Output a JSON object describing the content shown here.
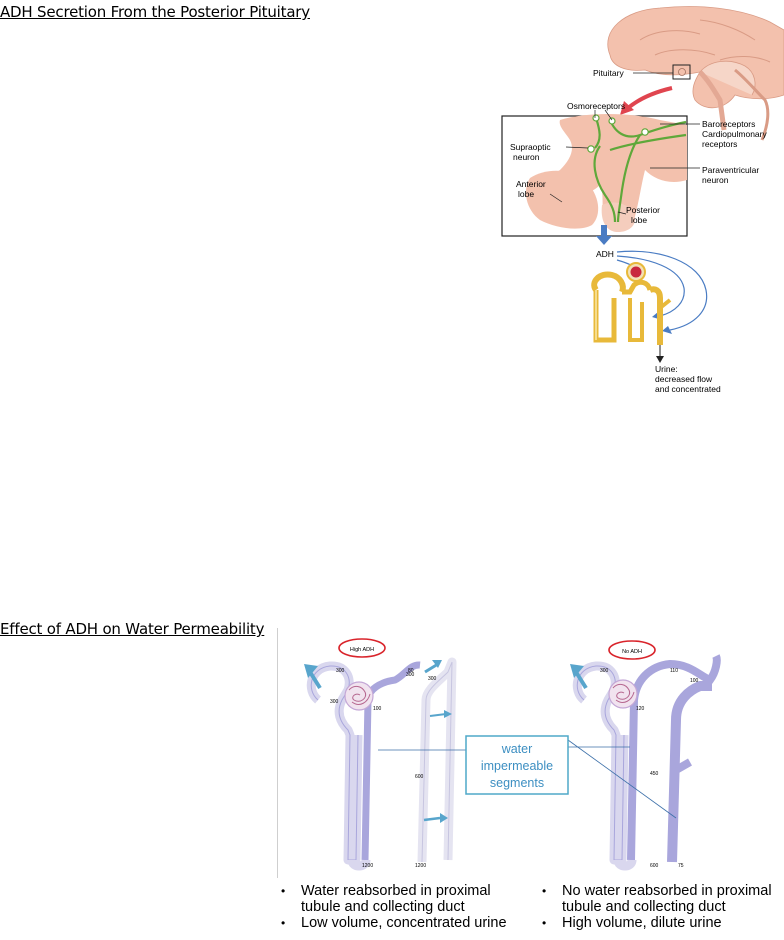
{
  "section1": {
    "title": "ADH Secretion From the Posterior Pituitary",
    "labels": {
      "pituitary": "Pituitary",
      "osmoreceptors": "Osmoreceptors",
      "baroreceptors_1": "Baroreceptors",
      "baroreceptors_2": "Cardiopulmonary",
      "baroreceptors_3": "receptors",
      "supraoptic_1": "Supraoptic",
      "supraoptic_2": "neuron",
      "paraventricular_1": "Paraventricular",
      "paraventricular_2": "neuron",
      "anterior_1": "Anterior",
      "anterior_2": "lobe",
      "posterior_1": "Posterior",
      "posterior_2": "lobe",
      "adh": "ADH",
      "urine_1": "Urine:",
      "urine_2": "decreased flow",
      "urine_3": "and concentrated"
    }
  },
  "section2": {
    "title": "Effect of ADH on Water Permeability",
    "left_badge": "High ADH",
    "right_badge": "No ADH",
    "center_box_1": "water",
    "center_box_2": "impermeable",
    "center_box_3": "segments",
    "left_numbers": {
      "a": "300",
      "b": "300",
      "c": "300",
      "d": "80",
      "e": "300",
      "f": "100",
      "g": "600",
      "h": "1200",
      "i": "1200"
    },
    "right_numbers": {
      "a": "300",
      "b": "110",
      "c": "100",
      "d": "120",
      "e": "450",
      "f": "600",
      "g": "75"
    },
    "bullets_left": [
      {
        "line1": "Water reabsorbed in proximal",
        "line2": "tubule and collecting duct"
      },
      {
        "line1": "Low volume, concentrated urine",
        "line2": ""
      }
    ],
    "bullets_right": [
      {
        "line1": "No water reabsorbed in proximal",
        "line2": "tubule and collecting duct"
      },
      {
        "line1": "High volume, dilute urine",
        "line2": ""
      }
    ]
  },
  "colors": {
    "brain": "#f3c1ad",
    "neuron": "#5fa83a",
    "red_arrow": "#e0454f",
    "blue_arrow": "#4a7cc3",
    "tubule": "#e8b93a",
    "loop_light": "#d9d7ee",
    "loop_dark": "#a9a6dc",
    "box_border": "#4fa9c9",
    "box_text": "#3d8fc2",
    "badge": "#d9242b"
  }
}
